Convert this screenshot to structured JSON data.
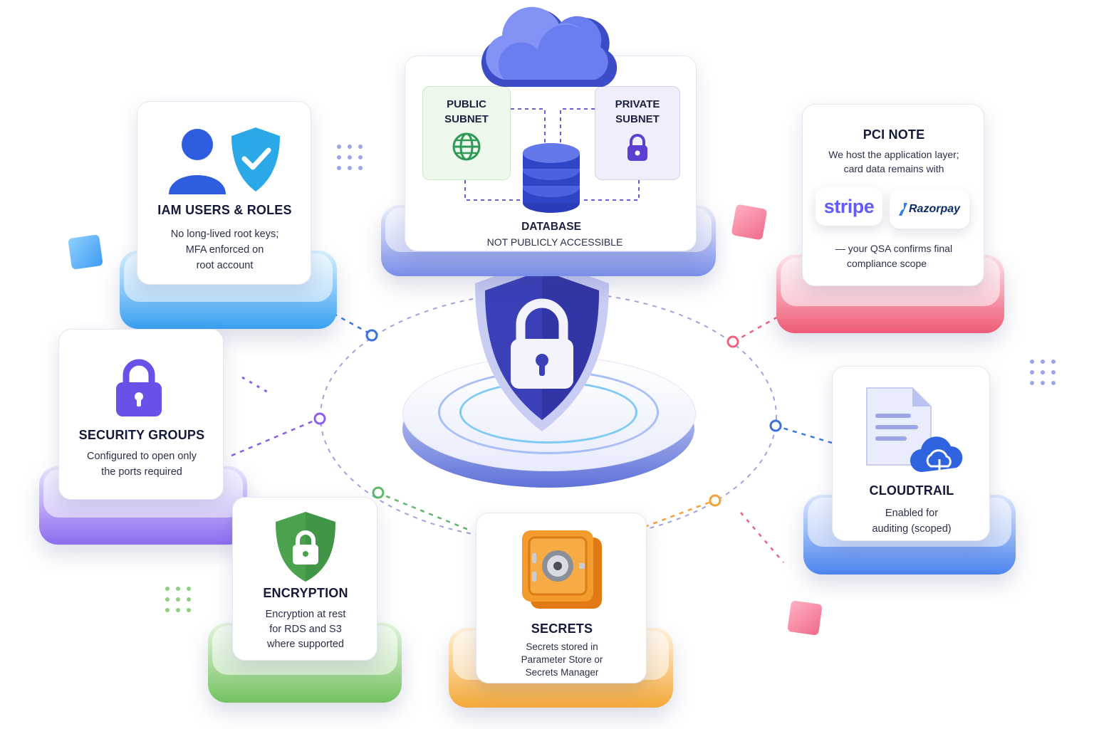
{
  "center": {
    "icon": "padlock-shield-icon"
  },
  "vpc": {
    "icon": "cloud-icon",
    "public_subnet": {
      "line1": "PUBLIC",
      "line2": "SUBNET",
      "icon": "globe-icon"
    },
    "private_subnet": {
      "line1": "PRIVATE",
      "line2": "SUBNET",
      "icon": "lock-icon"
    },
    "database": {
      "title": "DATABASE",
      "subtitle": "NOT PUBLICLY ACCESSIBLE",
      "icon": "database-icon"
    }
  },
  "cards": {
    "iam": {
      "title": "IAM USERS & ROLES",
      "lines": [
        "No long-lived root keys;",
        "MFA enforced on",
        "root account"
      ],
      "icon": "user-shield-icon",
      "color": "#3aa0f0"
    },
    "security_groups": {
      "title": "SECURITY GROUPS",
      "lines": [
        "Configured to open only",
        "the ports required"
      ],
      "icon": "lock-icon",
      "color": "#8b6cf0"
    },
    "encryption": {
      "title": "ENCRYPTION",
      "lines": [
        "Encryption at rest",
        "for RDS and S3",
        "where supported"
      ],
      "icon": "shield-lock-icon",
      "color": "#7cc56a"
    },
    "secrets": {
      "title": "SECRETS",
      "lines": [
        "Secrets stored in",
        "Parameter Store or",
        "Secrets Manager"
      ],
      "icon": "safe-icon",
      "color": "#f4b04a"
    },
    "cloudtrail": {
      "title": "CLOUDTRAIL",
      "lines": [
        "Enabled for",
        "auditing (scoped)"
      ],
      "icon": "document-cloud-icon",
      "color": "#5a8ef0"
    },
    "pci": {
      "title": "PCI NOTE",
      "lines": [
        "We host the application layer;",
        "card data remains with"
      ],
      "logos": [
        "stripe",
        "Razorpay"
      ],
      "footer": [
        "— your QSA confirms final",
        "compliance scope"
      ],
      "color": "#f27a8e"
    }
  },
  "colors": {
    "brand_blue": "#3f4fd8",
    "indigo": "#4a3fc4",
    "stripe": "#635bff",
    "razorpay": "#0a2a66"
  }
}
